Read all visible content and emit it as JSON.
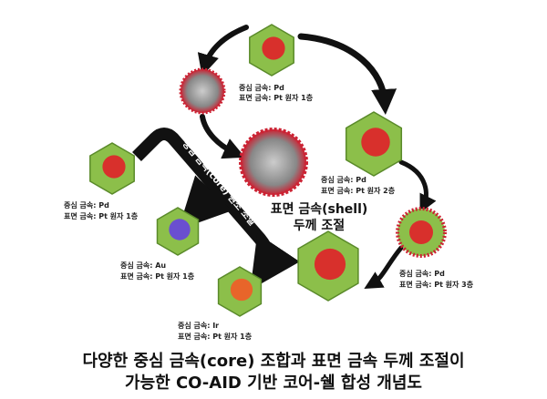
{
  "particles": [
    {
      "core": "중심 금속: Pd",
      "shell": "표면 금속: Pt 원자 1층",
      "core_color": "#d8302c"
    },
    {
      "core": "중심 금속: Pd",
      "shell": "표면 금속: Pt 원자 2층",
      "core_color": "#d8302c"
    },
    {
      "core": "중심 금속: Pd",
      "shell": "표면 금속: Pt 원자 3층",
      "core_color": "#d8302c"
    },
    {
      "core": "중심 금속: Pd",
      "shell": "표면 금속: Pt 원자 1층",
      "core_color": "#d8302c"
    },
    {
      "core": "중심 금속: Au",
      "shell": "표면 금속: Pt 원자 1층",
      "core_color": "#6a4fd0"
    },
    {
      "core": "중심 금속: Ir",
      "shell": "표면 금속: Pt 원자 1층",
      "core_color": "#e8652a"
    }
  ],
  "shell_label": {
    "line1": "표면 금속(shell)",
    "line2": "두께 조절"
  },
  "core_arrow_label": "중심 금속(core) 원소 조절",
  "caption": {
    "line1": "다양한 중심 금속(core) 조합과 표면 금속 두께 조절이",
    "line2": "가능한 CO-AID 기반 코어-쉘 합성 개념도"
  },
  "colors": {
    "shell_green": "#8cbf4a",
    "arrow": "#111111"
  }
}
